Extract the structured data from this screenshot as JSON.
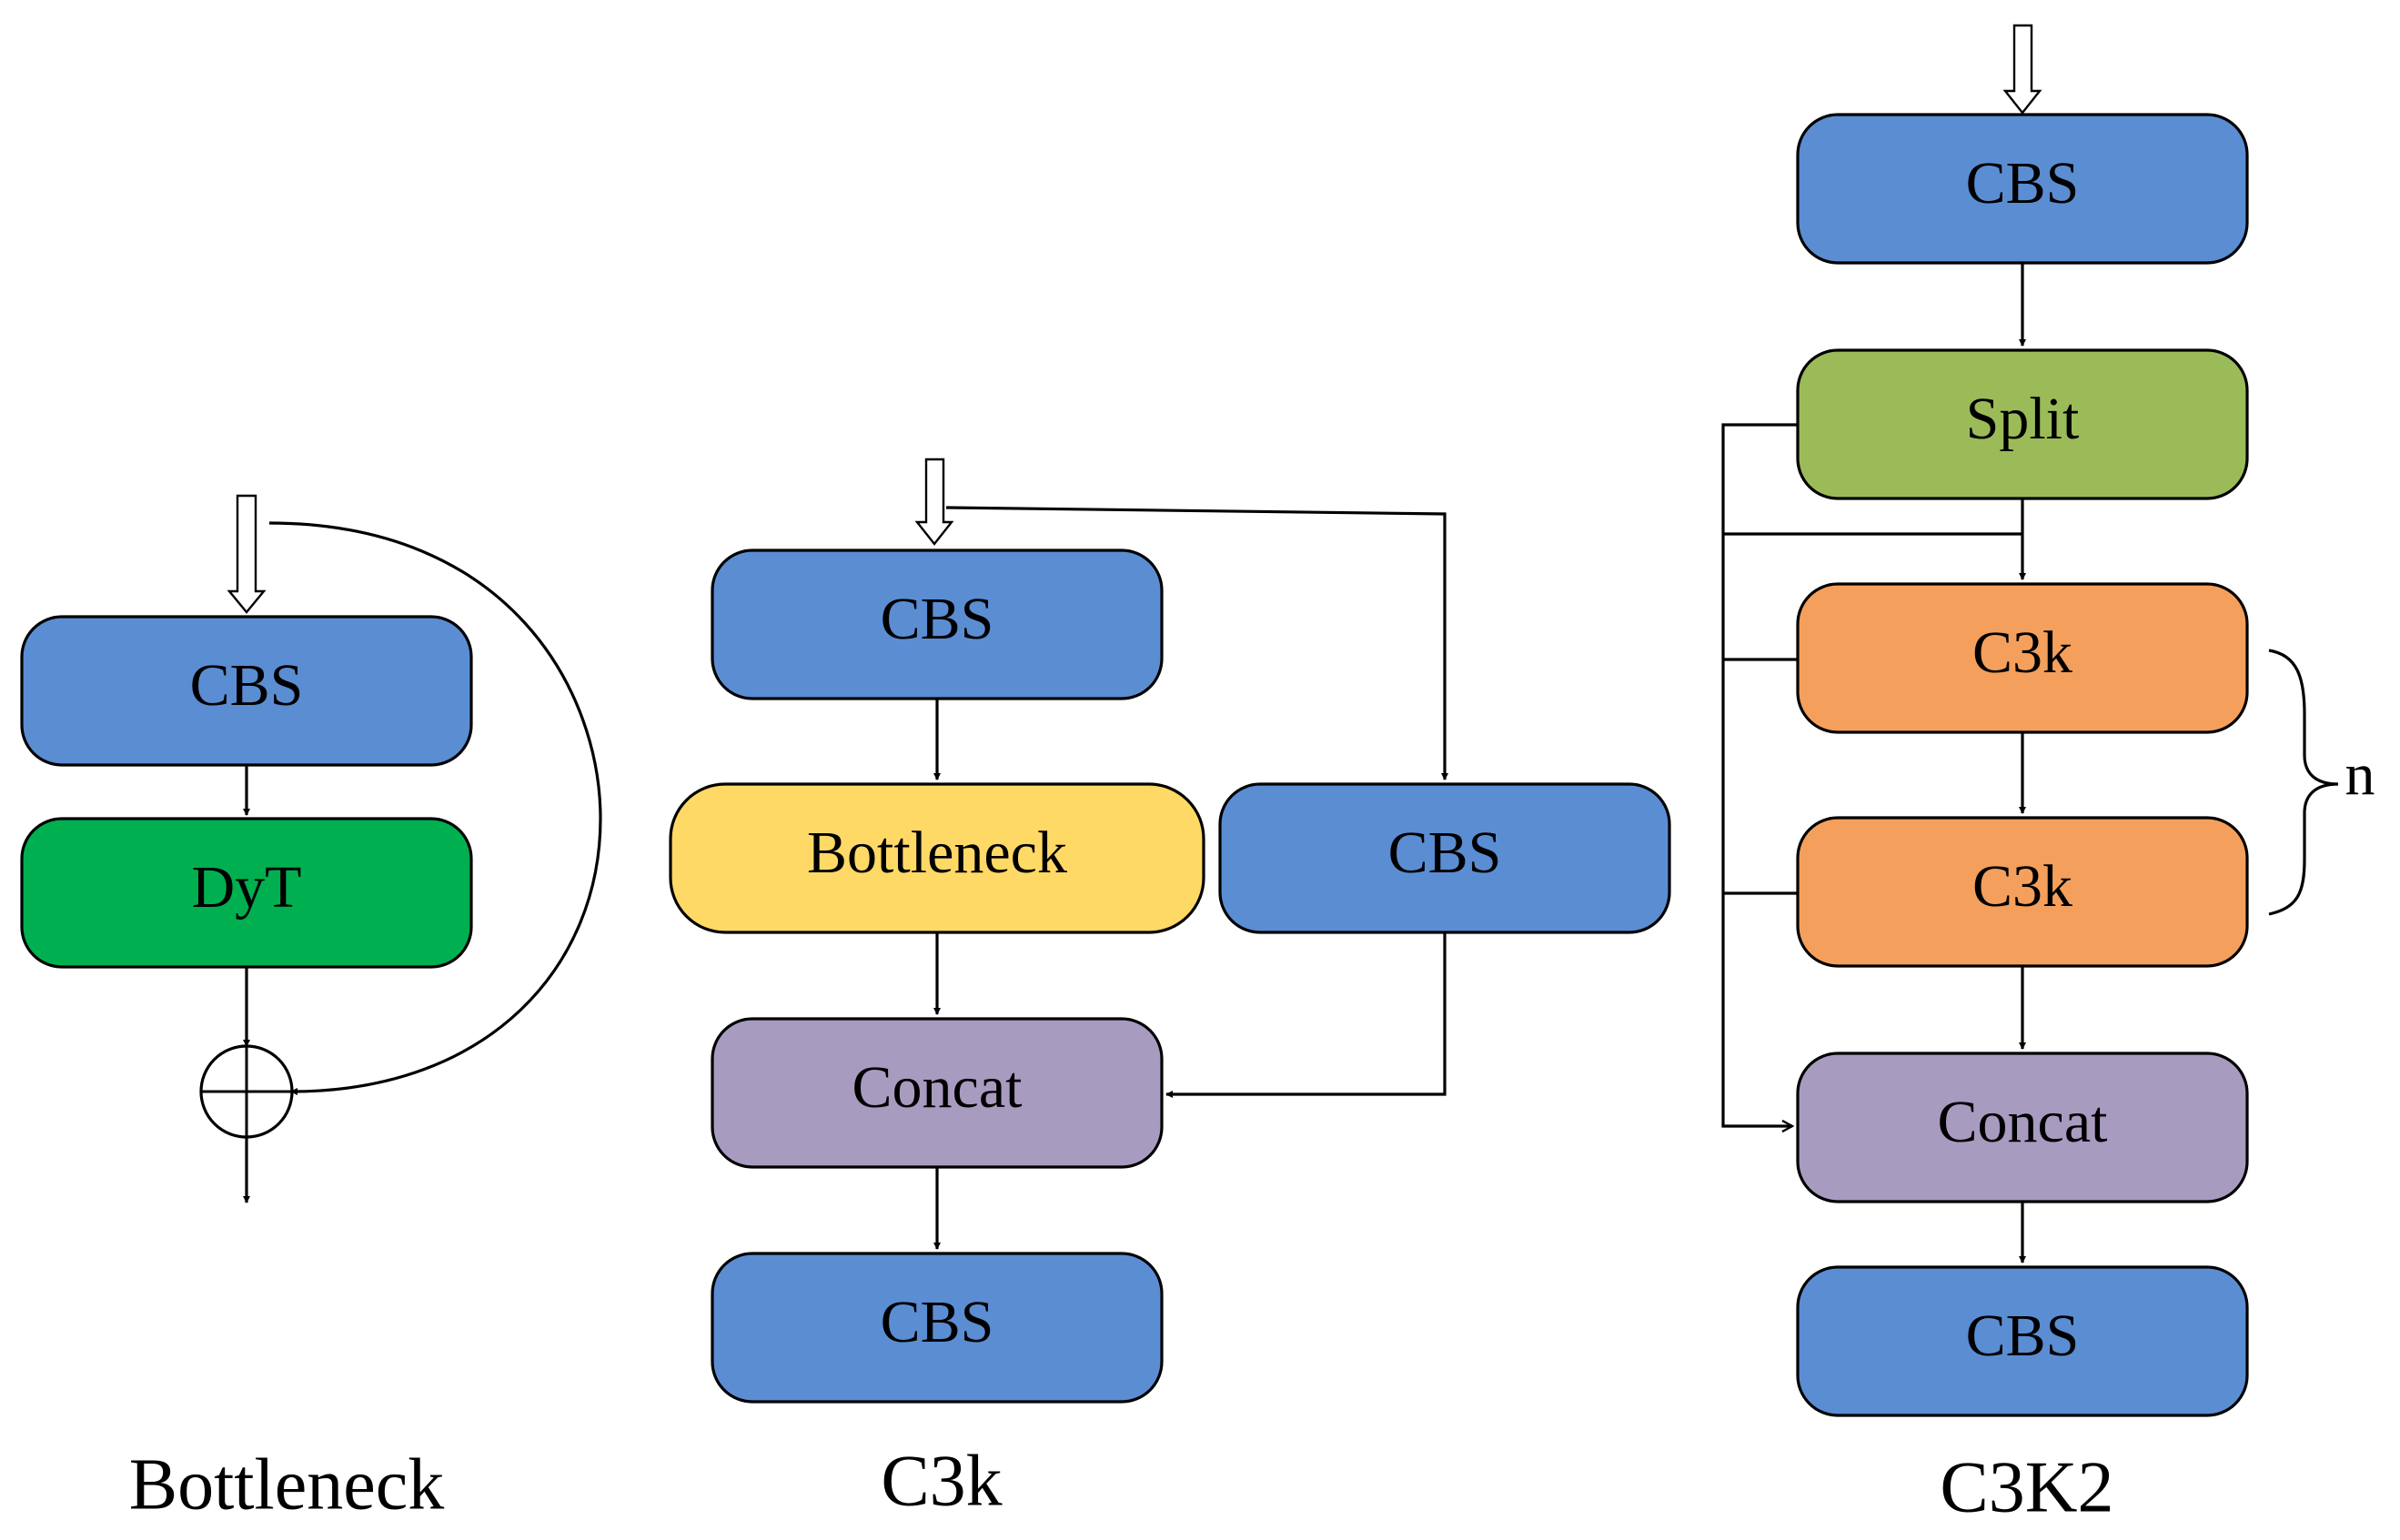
{
  "colors": {
    "cbs": "#5b8dd3",
    "dyt": "#00b050",
    "bottleneck_block": "#ffd966",
    "concat": "#a89bc0",
    "split": "#9bbb59",
    "c3k_block": "#f4a05c"
  },
  "bottleneck": {
    "caption": "Bottleneck",
    "cbs": "CBS",
    "dyt": "DyT"
  },
  "c3k": {
    "caption": "C3k",
    "cbs_top": "CBS",
    "bottleneck": "Bottleneck",
    "cbs_side": "CBS",
    "concat": "Concat",
    "cbs_bottom": "CBS"
  },
  "c3k2": {
    "caption": "C3K2",
    "cbs_top": "CBS",
    "split": "Split",
    "c3k_1": "C3k",
    "c3k_2": "C3k",
    "repeat_label": "n",
    "concat": "Concat",
    "cbs_bottom": "CBS"
  }
}
